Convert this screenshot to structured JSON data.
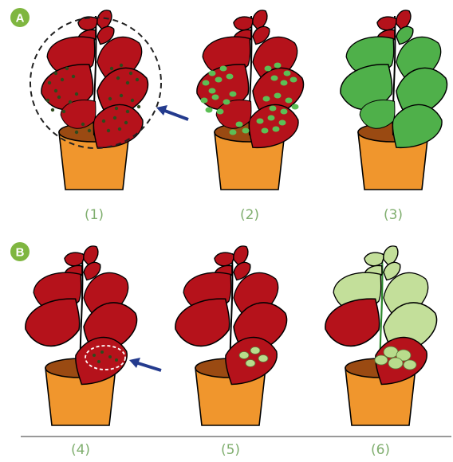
{
  "sections": [
    {
      "badge": "A",
      "captions": [
        "(1)",
        "(2)",
        "(3)"
      ]
    },
    {
      "badge": "B",
      "captions": [
        "(4)",
        "(5)",
        "(6)"
      ]
    }
  ],
  "colors": {
    "badge": "#7fb640",
    "caption": "#7fae6e",
    "leaf_red": "#b5121b",
    "leaf_green": "#4fb04a",
    "leaf_light_green": "#c3df9a",
    "spot_dark": "#2e4a1c",
    "spot_green": "#5cbf55",
    "spot_light": "#b8dc8c",
    "pot": "#f0962d",
    "soil": "#9a4a12",
    "arrow": "#243b8e"
  },
  "icons": {
    "arrow": "arrow-icon",
    "badge": "section-badge"
  }
}
